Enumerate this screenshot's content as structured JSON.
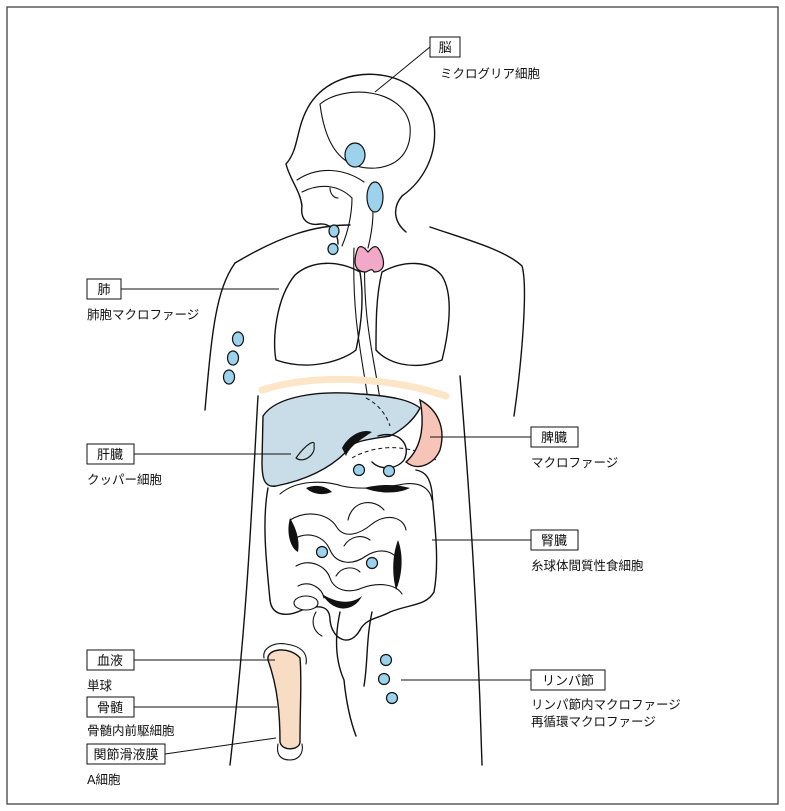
{
  "colors": {
    "lymph_node": "#9cd2ec",
    "thyroid": "#f2a9c7",
    "liver": "#c9dde9",
    "spleen": "#f6c5b8",
    "diaphragm": "#fde6c8",
    "bone_marrow": "#f8dcc3"
  },
  "labels": {
    "brain": {
      "organ": "脳",
      "cell": "ミクログリア細胞"
    },
    "lung": {
      "organ": "肺",
      "cell": "肺胞マクロファージ"
    },
    "liver": {
      "organ": "肝臓",
      "cell": "クッパー細胞"
    },
    "spleen": {
      "organ": "脾臓",
      "cell": "マクロファージ"
    },
    "kidney": {
      "organ": "腎臓",
      "cell": "糸球体間質性食細胞"
    },
    "blood": {
      "organ": "血液",
      "cell": "単球"
    },
    "bone_marrow": {
      "organ": "骨髄",
      "cell": "骨髄内前駆細胞"
    },
    "synovium": {
      "organ": "関節滑液膜",
      "cell": "A細胞"
    },
    "lymph_node": {
      "organ": "リンパ節",
      "cell_1": "リンパ節内マクロファージ",
      "cell_2": "再循環マクロファージ"
    }
  }
}
